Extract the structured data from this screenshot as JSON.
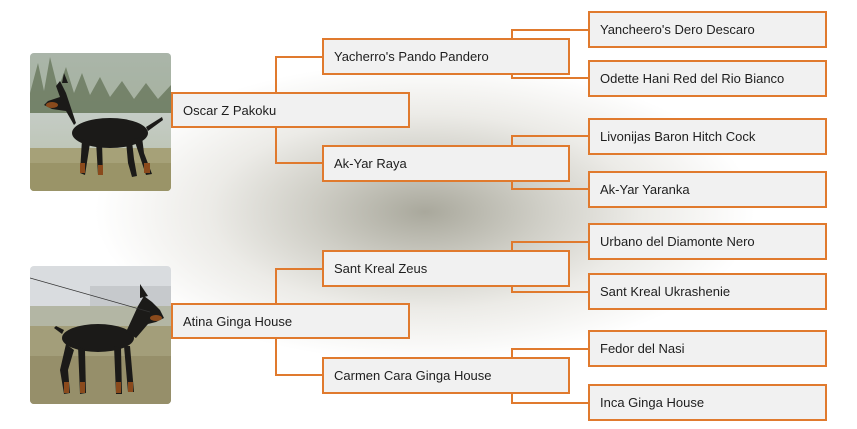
{
  "pedigree": {
    "sire": {
      "name": "Oscar Z Pakoku",
      "sire": {
        "name": "Yacherro's Pando Pandero",
        "sire": {
          "name": "Yancheero's Dero Descaro"
        },
        "dam": {
          "name": "Odette Hani Red del Rio Bianco"
        }
      },
      "dam": {
        "name": "Ak-Yar Raya",
        "sire": {
          "name": "Livonijas Baron Hitch Cock"
        },
        "dam": {
          "name": "Ak-Yar Yaranka"
        }
      }
    },
    "dam": {
      "name": "Atina Ginga House",
      "sire": {
        "name": "Sant Kreal Zeus",
        "sire": {
          "name": "Urbano del Diamonte Nero"
        },
        "dam": {
          "name": "Sant Kreal Ukrashenie"
        }
      },
      "dam": {
        "name": "Carmen Cara Ginga House",
        "sire": {
          "name": "Fedor del Nasi"
        },
        "dam": {
          "name": "Inca Ginga House"
        }
      }
    }
  },
  "colors": {
    "accent": "#e07a2e",
    "box_fill": "#f1f1f1"
  }
}
